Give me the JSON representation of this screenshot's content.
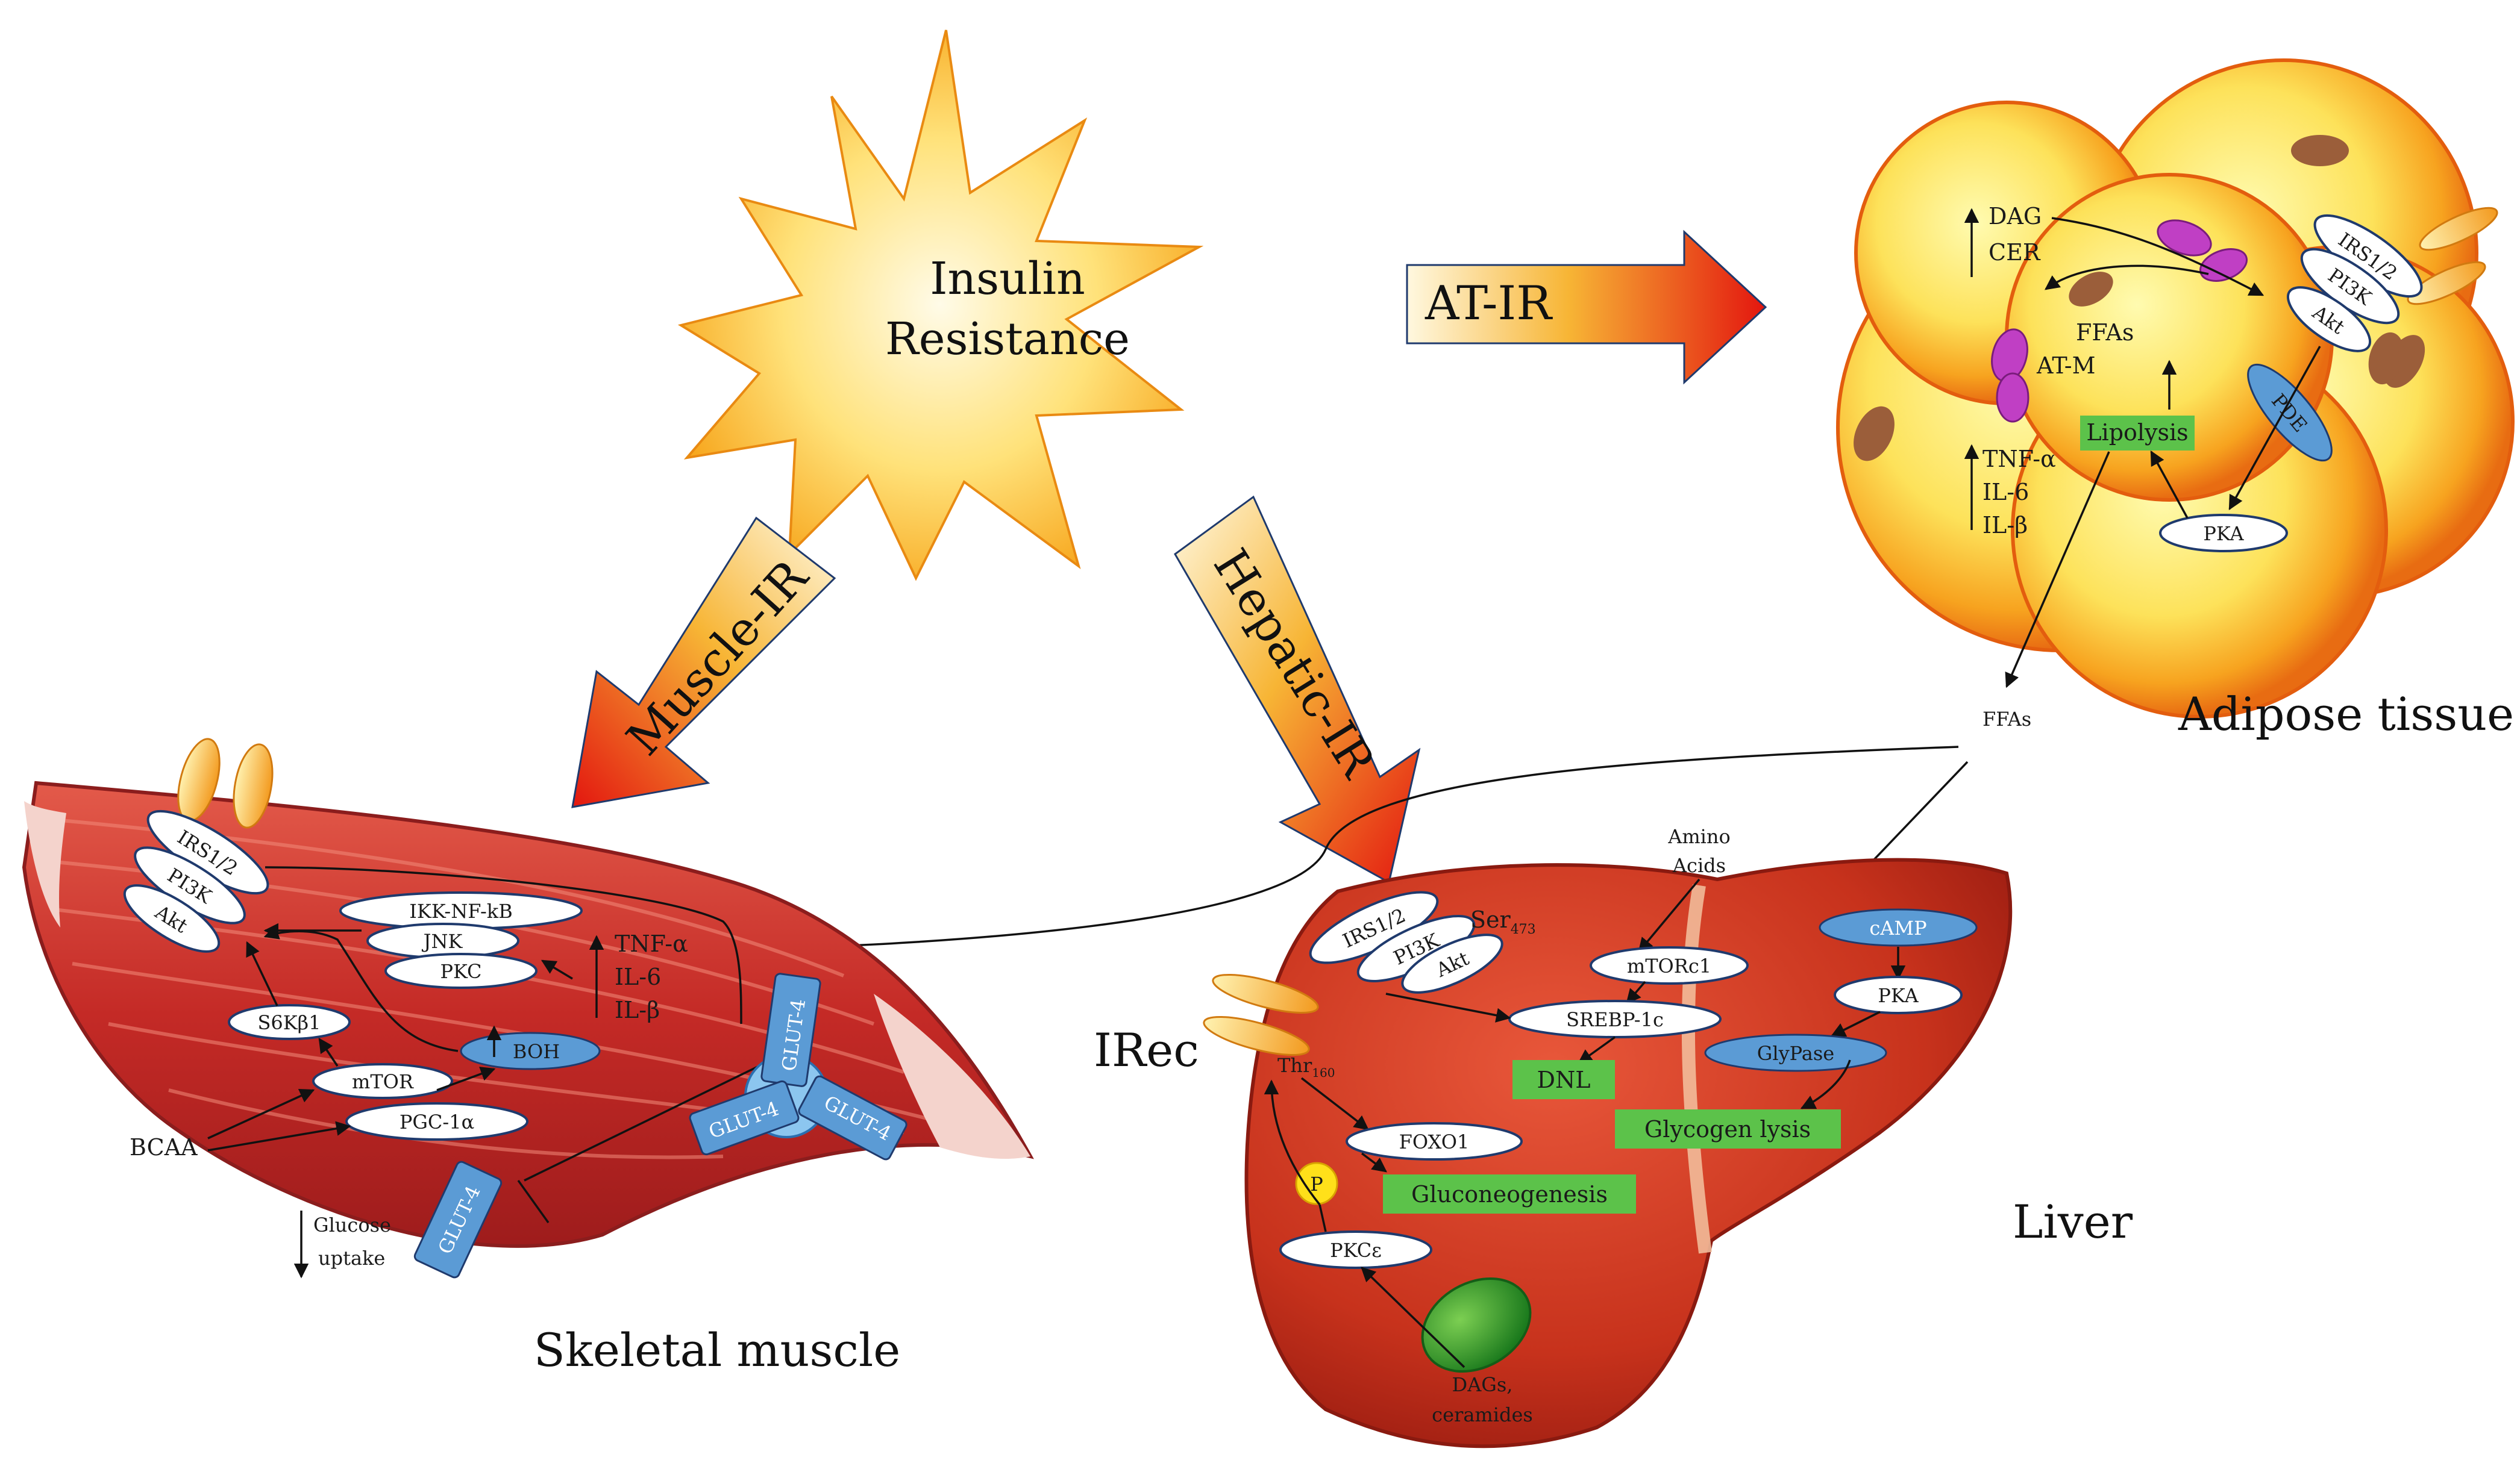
{
  "center": {
    "title_line1": "Insulin",
    "title_line2": "Resistance"
  },
  "pathways": {
    "at_ir": "AT-IR",
    "muscle_ir": "Muscle-IR",
    "hepatic_ir": "Hepatic-IR"
  },
  "organs": {
    "adipose": "Adipose tissue",
    "muscle": "Skeletal muscle",
    "liver": "Liver"
  },
  "adipose": {
    "dag": "DAG",
    "cer": "CER",
    "ffas_inner": "FFAs",
    "atm": "AT-M",
    "tnf": "TNF-α",
    "il6": "IL-6",
    "ilb": "IL-β",
    "lipolysis": "Lipolysis",
    "irs": "IRS1/2",
    "pi3k": "PI3K",
    "akt": "Akt",
    "pde": "PDE",
    "pka": "PKA",
    "ffas_out": "FFAs"
  },
  "muscle": {
    "irs": "IRS1/2",
    "pi3k": "PI3K",
    "akt": "Akt",
    "ikk": "IKK-NF-kB",
    "jnk": "JNK",
    "pkc": "PKC",
    "tnf": "TNF-α",
    "il6": "IL-6",
    "ilb": "IL-β",
    "s6k": "S6Kβ1",
    "boh": "BOH",
    "mtor": "mTOR",
    "pgc": "PGC-1α",
    "bcaa": "BCAA",
    "glut4": "GLUT-4",
    "glucose1": "Glucose",
    "glucose2": "uptake"
  },
  "liver": {
    "amino1": "Amino",
    "amino2": "Acids",
    "irs": "IRS1/2",
    "pi3k": "PI3K",
    "akt": "Akt",
    "ser": "Ser",
    "ser_sub": "473",
    "mtorc1": "mTORc1",
    "srebp": "SREBP-1c",
    "irec": "IRec",
    "thr": "Thr",
    "thr_sub": "160",
    "dnl": "DNL",
    "foxo1": "FOXO1",
    "gluconeo": "Gluconeogenesis",
    "p": "P",
    "pkce": "PKCε",
    "dags1": "DAGs,",
    "dags2": "ceramides",
    "camp": "cAMP",
    "pka": "PKA",
    "glypase": "GlyPase",
    "glycogen": "Glycogen lysis"
  },
  "colors": {
    "green": "#5cc24a",
    "blue": "#5b9bd5",
    "muscle": "#c9302c",
    "liver": "#c8341f",
    "adipose": "#f7b33a",
    "star": "#ffd25a"
  }
}
